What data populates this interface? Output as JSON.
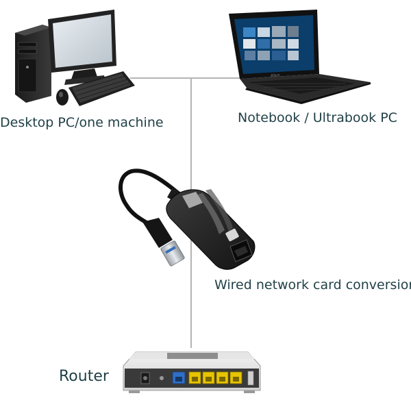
{
  "labels": {
    "desktop": "Desktop PC/one machine",
    "notebook": "Notebook / Ultrabook PC",
    "network_card": "Wired network card conversion",
    "router": "Router"
  },
  "colors": {
    "label_text": "#1f3f46",
    "connector_line": "#b4b4b4",
    "router_port_yellow": "#e8c400",
    "router_port_blue": "#2f6fc9"
  },
  "icons": {
    "desktop": "desktop-computer-icon",
    "notebook": "laptop-icon",
    "adapter": "usb-ethernet-adapter-icon",
    "router": "router-icon"
  }
}
